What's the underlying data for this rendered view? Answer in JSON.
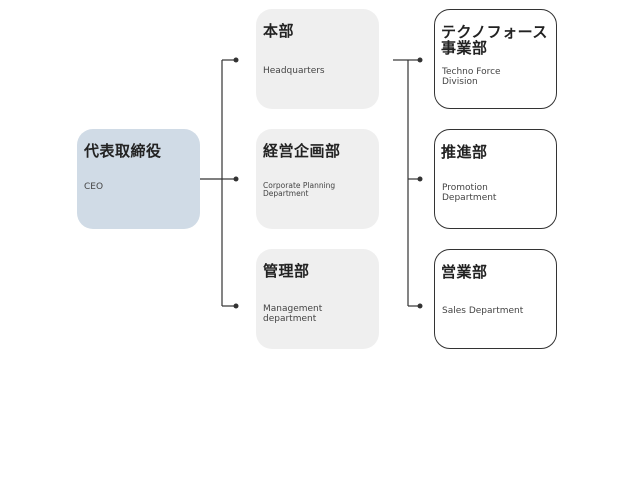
{
  "ceo": {
    "title": "代表取締役",
    "subtitle": "CEO"
  },
  "departments": [
    {
      "title": "本部",
      "subtitle": "Headquarters"
    },
    {
      "title": "経営企画部",
      "subtitle": "Corporate Planning\nDepartment"
    },
    {
      "title": "管理部",
      "subtitle": "Management\ndepartment"
    }
  ],
  "divisions": [
    {
      "title": "テクノフォース\n事業部",
      "subtitle": "Techno Force\nDivision"
    },
    {
      "title": "推進部",
      "subtitle": "Promotion\nDepartment"
    },
    {
      "title": "営業部",
      "subtitle": "Sales Department"
    }
  ],
  "colors": {
    "ceo_fill": "#d0dbe6",
    "department_fill": "#efefef",
    "division_fill": "#ffffff",
    "connector": "#333333"
  }
}
